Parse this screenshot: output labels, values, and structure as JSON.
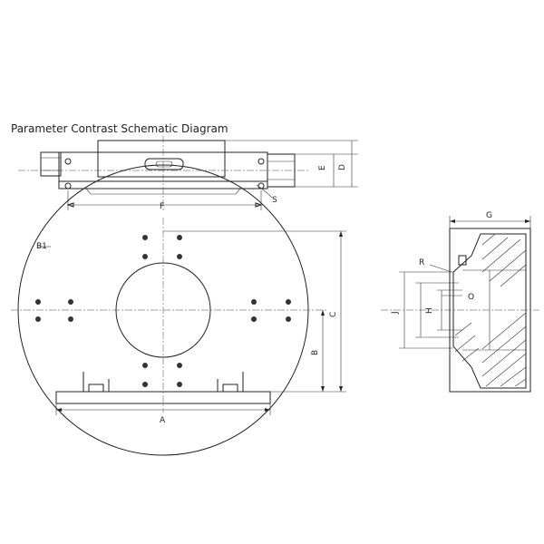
{
  "title": "Parameter Contrast Schematic Diagram",
  "labels": {
    "a": "A",
    "b": "B",
    "b1": "B1",
    "c": "C",
    "d": "D",
    "e": "E",
    "f": "F",
    "g": "G",
    "h": "H",
    "j": "J",
    "o": "O",
    "r": "R",
    "s": "S"
  }
}
